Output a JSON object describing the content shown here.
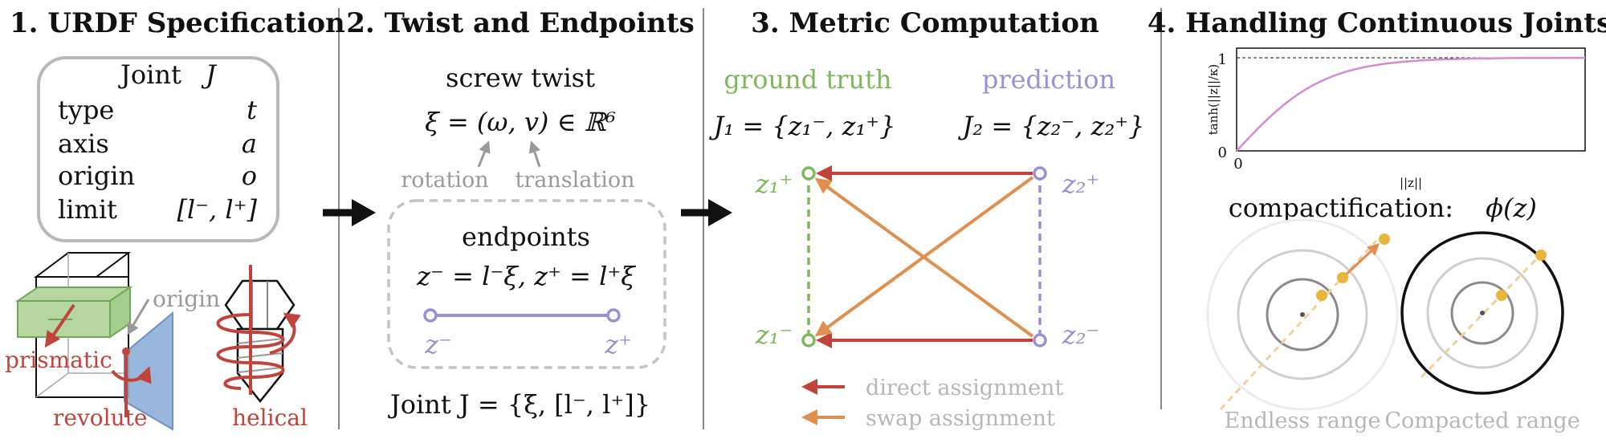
{
  "panels": {
    "p1": {
      "title": "1. URDF Specification",
      "joint_box": {
        "title": "Joint",
        "title_var": "J",
        "rows": [
          {
            "key": "type",
            "val": "t"
          },
          {
            "key": "axis",
            "val": "a"
          },
          {
            "key": "origin",
            "val": "o"
          },
          {
            "key": "limit",
            "val": "[l⁻, l⁺]"
          }
        ]
      },
      "labels": {
        "origin": "origin",
        "prismatic": "prismatic",
        "revolute": "revolute",
        "helical": "helical"
      }
    },
    "p2": {
      "title": "2. Twist and Endpoints",
      "screw_label": "screw twist",
      "twist_eq": "ξ = (ω, v) ∈ ℝ⁶",
      "rotation": "rotation",
      "translation": "translation",
      "endpoints_label": "endpoints",
      "endpoints_eq": "z⁻ = l⁻ξ, z⁺ = l⁺ξ",
      "z_minus": "z⁻",
      "z_plus": "z⁺",
      "joint_eq": "Joint  J = {ξ, [l⁻, l⁺]}"
    },
    "p3": {
      "title": "3. Metric Computation",
      "gt_label": "ground truth",
      "pred_label": "prediction",
      "j1_eq": "J₁ = {z₁⁻, z₁⁺}",
      "j2_eq": "J₂ = {z₂⁻, z₂⁺}",
      "z1p": "z₁⁺",
      "z1m": "z₁⁻",
      "z2p": "z₂⁺",
      "z2m": "z₂⁻",
      "legend_direct": "direct assignment",
      "legend_swap": "swap assignment"
    },
    "p4": {
      "title": "4. Handling Continuous Joints",
      "ylabel": "tanh(||z||/κ)",
      "xlabel": "||z||",
      "ytick_1": "1",
      "ytick_0": "0",
      "xtick_0": "0",
      "compact_label": "compactification:",
      "phi": "ϕ(z)",
      "endless": "Endless range",
      "compacted": "Compacted range"
    }
  },
  "colors": {
    "red": "#c0443b",
    "orange": "#e08f4f",
    "green": "#7fb85a",
    "purple": "#9d8fd4",
    "gold": "#e8b43a",
    "pink": "#d58bd1",
    "box_green": "#b5d6a0",
    "box_blue": "#8fb0d9"
  }
}
